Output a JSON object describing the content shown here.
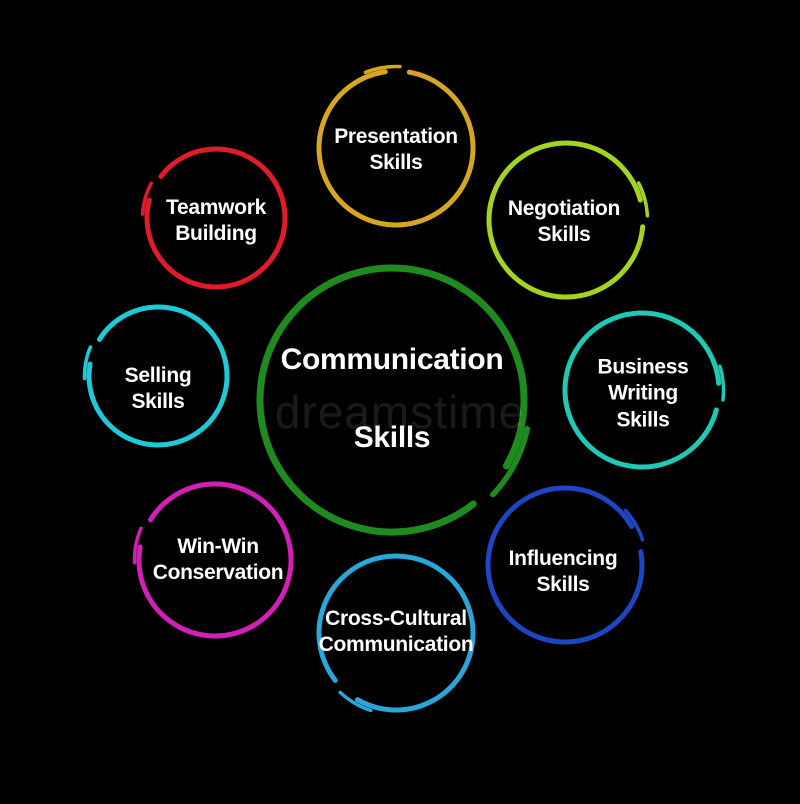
{
  "background": "#000000",
  "center": {
    "lines": [
      "Communication",
      "Skills"
    ],
    "color": "#1f8a1f"
  },
  "satellites": [
    {
      "id": "presentation",
      "lines": [
        "Presentation",
        "Skills"
      ],
      "color": "#d4a622"
    },
    {
      "id": "negotiation",
      "lines": [
        "Negotiation",
        "Skills"
      ],
      "color": "#a5d420"
    },
    {
      "id": "business-writing",
      "lines": [
        "Business",
        "Writing",
        "Skills"
      ],
      "color": "#1fc9b5"
    },
    {
      "id": "influencing",
      "lines": [
        "Influencing",
        "Skills"
      ],
      "color": "#1c46c4"
    },
    {
      "id": "cross-cultural",
      "lines": [
        "Cross-Cultural",
        "Communication"
      ],
      "color": "#2aa6d8"
    },
    {
      "id": "win-win",
      "lines": [
        "Win-Win",
        "Conservation"
      ],
      "color": "#d21fb5"
    },
    {
      "id": "selling",
      "lines": [
        "Selling",
        "Skills"
      ],
      "color": "#1fc9d6"
    },
    {
      "id": "teamwork",
      "lines": [
        "Teamwork",
        "Building"
      ],
      "color": "#e01b2a"
    }
  ],
  "watermark": "dreamstime"
}
